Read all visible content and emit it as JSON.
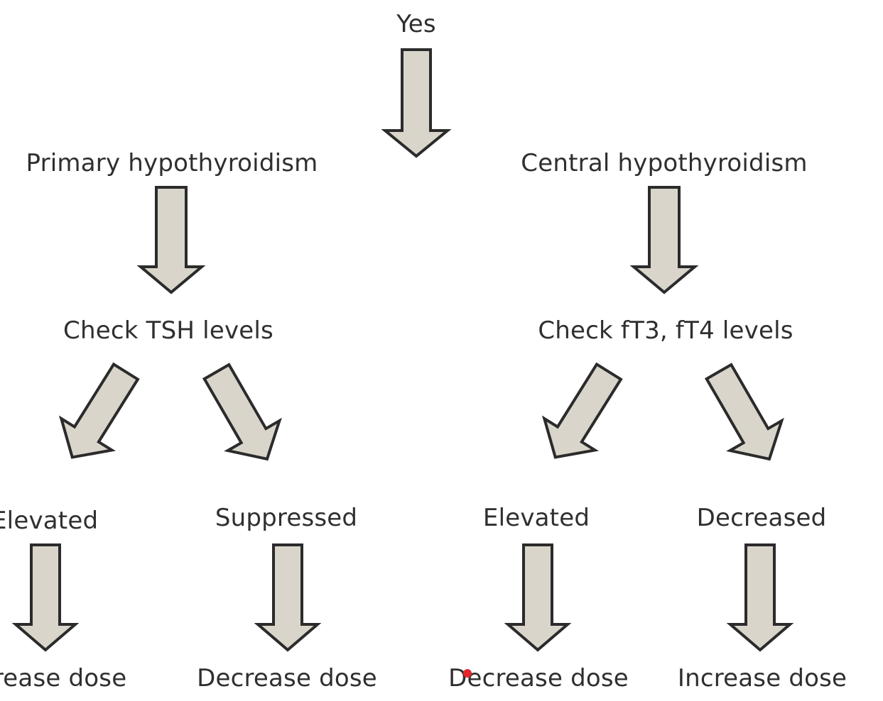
{
  "nodes": {
    "yes": "Yes",
    "primary": "Primary hypothyroidism",
    "central": "Central hypothyroidism",
    "check_tsh": "Check TSH levels",
    "check_ft": "Check fT3, fT4 levels",
    "p_elevated": "Elevated",
    "p_suppressed": "Suppressed",
    "c_elevated": "Elevated",
    "c_decreased": "Decreased",
    "p_elevated_action": "Increase dose",
    "p_suppressed_action": "Decrease dose",
    "c_elevated_action": "Decrease dose",
    "c_decreased_action": "Increase dose"
  },
  "colors": {
    "arrow_fill": "#d9d5cb",
    "arrow_stroke": "#2b2b2b",
    "text": "#2f2f2f",
    "pointer": "#e3262b"
  }
}
